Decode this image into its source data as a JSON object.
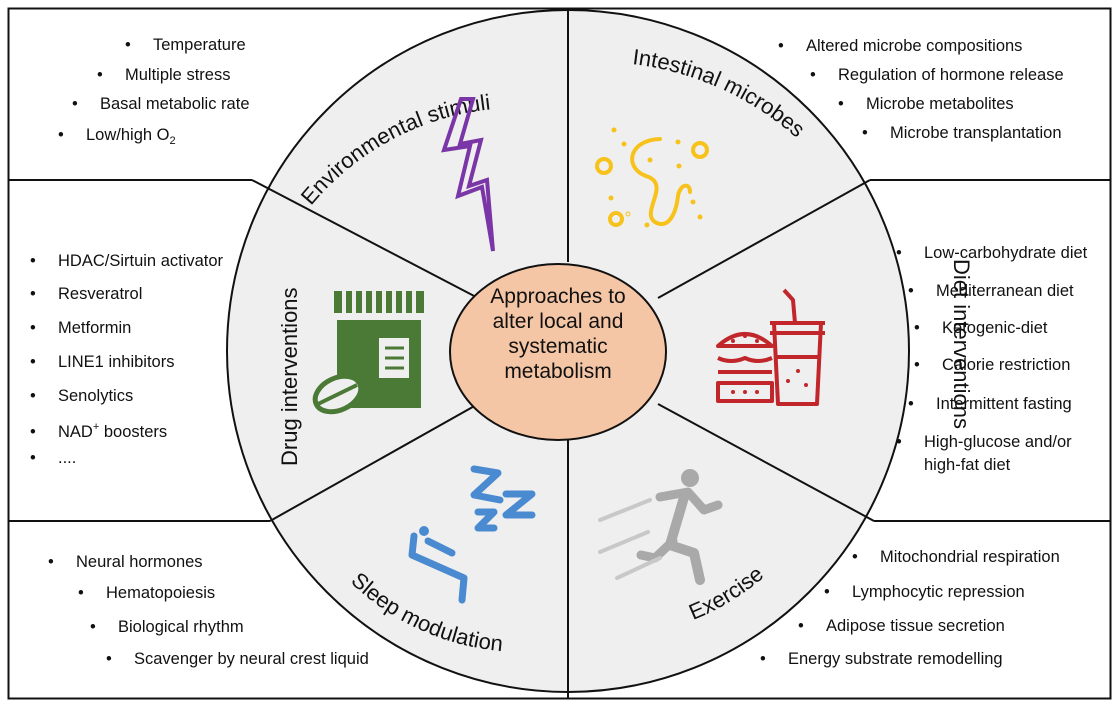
{
  "center": {
    "lines": [
      "Approaches to",
      "alter local and",
      "systematic",
      "metabolism"
    ],
    "fill": "#f5c6a5"
  },
  "colors": {
    "sector_fill": "#efefef",
    "environment_icon": "#7a35a6",
    "microbes_icon": "#f7c21b",
    "diet_icon": "#c0262a",
    "exercise_icon": "#a9a9a9",
    "sleep_icon": "#4a8ad1",
    "drug_icon": "#4a7a35"
  },
  "sectors": {
    "environment": {
      "title": "Environmental stimuli",
      "icon": "lightning-icon"
    },
    "microbes": {
      "title": "Intestinal microbes",
      "icon": "microbes-icon"
    },
    "diet": {
      "title": "Diet interventions",
      "icon": "fast-food-icon"
    },
    "exercise": {
      "title": "Exercise",
      "icon": "running-person-icon"
    },
    "sleep": {
      "title": "Sleep modulation",
      "icon": "sleeping-bed-icon"
    },
    "drug": {
      "title": "Drug interventions",
      "icon": "pill-bottle-icon"
    }
  },
  "lists": {
    "environment": [
      "Temperature",
      "Multiple stress",
      "Basal metabolic rate",
      "Low/high O",
      "2"
    ],
    "microbes": [
      "Altered microbe compositions",
      "Regulation of hormone release",
      "Microbe metabolites",
      "Microbe transplantation"
    ],
    "drug": [
      "HDAC/Sirtuin activator",
      "Resveratrol",
      "Metformin",
      "LINE1 inhibitors",
      "Senolytics",
      "NAD",
      "+",
      " boosters",
      "...."
    ],
    "diet": [
      "Low-carbohydrate diet",
      "Mediterranean diet",
      "Ketogenic-diet",
      "Calorie restriction",
      "Intermittent fasting",
      "High-glucose and/or",
      "high-fat diet"
    ],
    "sleep": [
      "Neural hormones",
      "Hematopoiesis",
      "Biological rhythm",
      "Scavenger by neural crest liquid"
    ],
    "exercise": [
      "Mitochondrial respiration",
      "Lymphocytic repression",
      "Adipose tissue secretion",
      "Energy substrate remodelling"
    ]
  }
}
